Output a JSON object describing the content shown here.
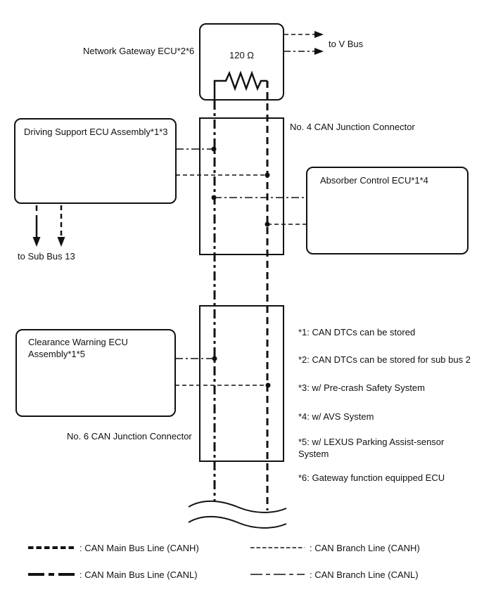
{
  "diagram": {
    "gateway": {
      "label": "Network Gateway ECU*2*6",
      "resistor_value": "120 Ω",
      "to_v_bus_label": "to V Bus"
    },
    "junction4": {
      "label": "No. 4 CAN Junction Connector"
    },
    "driving_support": {
      "label": "Driving Support ECU Assembly*1*3",
      "sub_bus_label": "to Sub Bus 13"
    },
    "absorber": {
      "label": "Absorber Control ECU*1*4"
    },
    "clearance": {
      "label": "Clearance Warning ECU Assembly*1*5"
    },
    "junction6": {
      "label": "No. 6 CAN Junction Connector"
    },
    "notes": [
      "*1: CAN DTCs can be stored",
      "*2: CAN DTCs can be stored for sub bus 2",
      "*3: w/ Pre-crash Safety System",
      "*4: w/ AVS System",
      "*5: w/ LEXUS Parking Assist-sensor System",
      "*6: Gateway function equipped ECU"
    ],
    "legend": [
      {
        "id": "main-canh",
        "style": "bold-dashed",
        "label": ": CAN Main Bus Line (CANH)"
      },
      {
        "id": "branch-canh",
        "style": "thin-dashed",
        "label": ": CAN Branch Line (CANH)"
      },
      {
        "id": "main-canl",
        "style": "bold-dash-dot",
        "label": ": CAN Main Bus Line (CANL)"
      },
      {
        "id": "branch-canl",
        "style": "thin-dash-dot",
        "label": ": CAN Branch Line (CANL)"
      }
    ],
    "colors": {
      "line": "#111111",
      "background": "#ffffff"
    }
  }
}
